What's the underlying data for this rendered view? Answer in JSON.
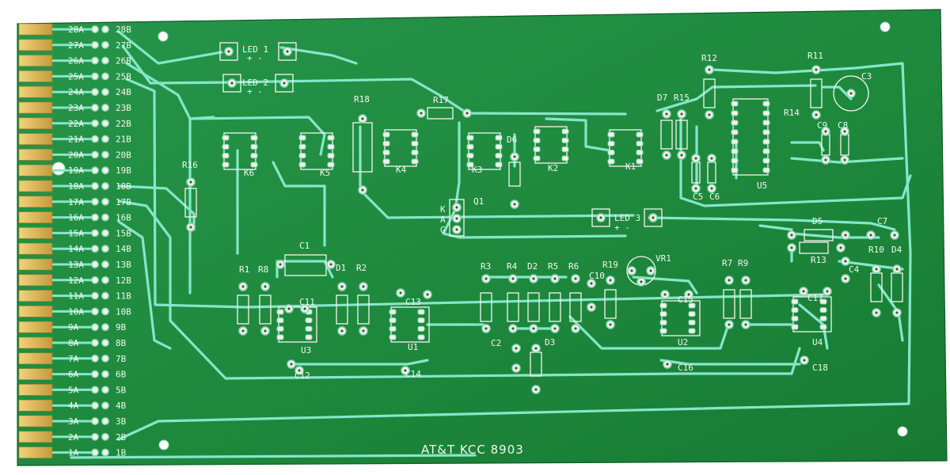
{
  "board": {
    "marking": "AT&T KCC 8903",
    "led_labels": [
      "LED 1",
      "LED 2",
      "LED 3"
    ],
    "connector_a": [
      "28A",
      "27A",
      "26A",
      "25A",
      "24A",
      "23A",
      "22A",
      "21A",
      "20A",
      "19A",
      "18A",
      "17A",
      "16A",
      "15A",
      "14A",
      "13A",
      "12A",
      "11A",
      "10A",
      "9A",
      "8A",
      "7A",
      "6A",
      "5A",
      "4A",
      "3A",
      "2A",
      "1A"
    ],
    "connector_b": [
      "28B",
      "27B",
      "26B",
      "25B",
      "24B",
      "23B",
      "22B",
      "21B",
      "20B",
      "19B",
      "18B",
      "17B",
      "16B",
      "15B",
      "14B",
      "13B",
      "12B",
      "11B",
      "10B",
      "9B",
      "8B",
      "7B",
      "6B",
      "5B",
      "4B",
      "3B",
      "2B",
      "1B"
    ],
    "relays": [
      "K1",
      "K2",
      "K3",
      "K4",
      "K5",
      "K6"
    ],
    "designators_top": [
      "R18",
      "R17",
      "R16",
      "R15",
      "R14",
      "R12",
      "R11",
      "D6",
      "D7",
      "Q1",
      "C3",
      "C5",
      "C6",
      "C8",
      "C9",
      "U5"
    ],
    "designators_bottom": [
      "C1",
      "R1",
      "R8",
      "D1",
      "R2",
      "C11",
      "U3",
      "C13",
      "U1",
      "C12",
      "C14",
      "R3",
      "R4",
      "D2",
      "R5",
      "R6",
      "R19",
      "C10",
      "VR1",
      "C15",
      "U2",
      "R7",
      "R9",
      "C16",
      "C2",
      "D3",
      "D5",
      "C7",
      "R13",
      "R10",
      "D4",
      "C4",
      "C17",
      "U4",
      "C18"
    ],
    "q1_pins": [
      "K",
      "A",
      "G"
    ],
    "colors": {
      "substrate": "#1f8a3e",
      "trace": "#86e6c8",
      "silkscreen": "#f2f6ef",
      "gold_fingers": "#d6b15a"
    }
  }
}
